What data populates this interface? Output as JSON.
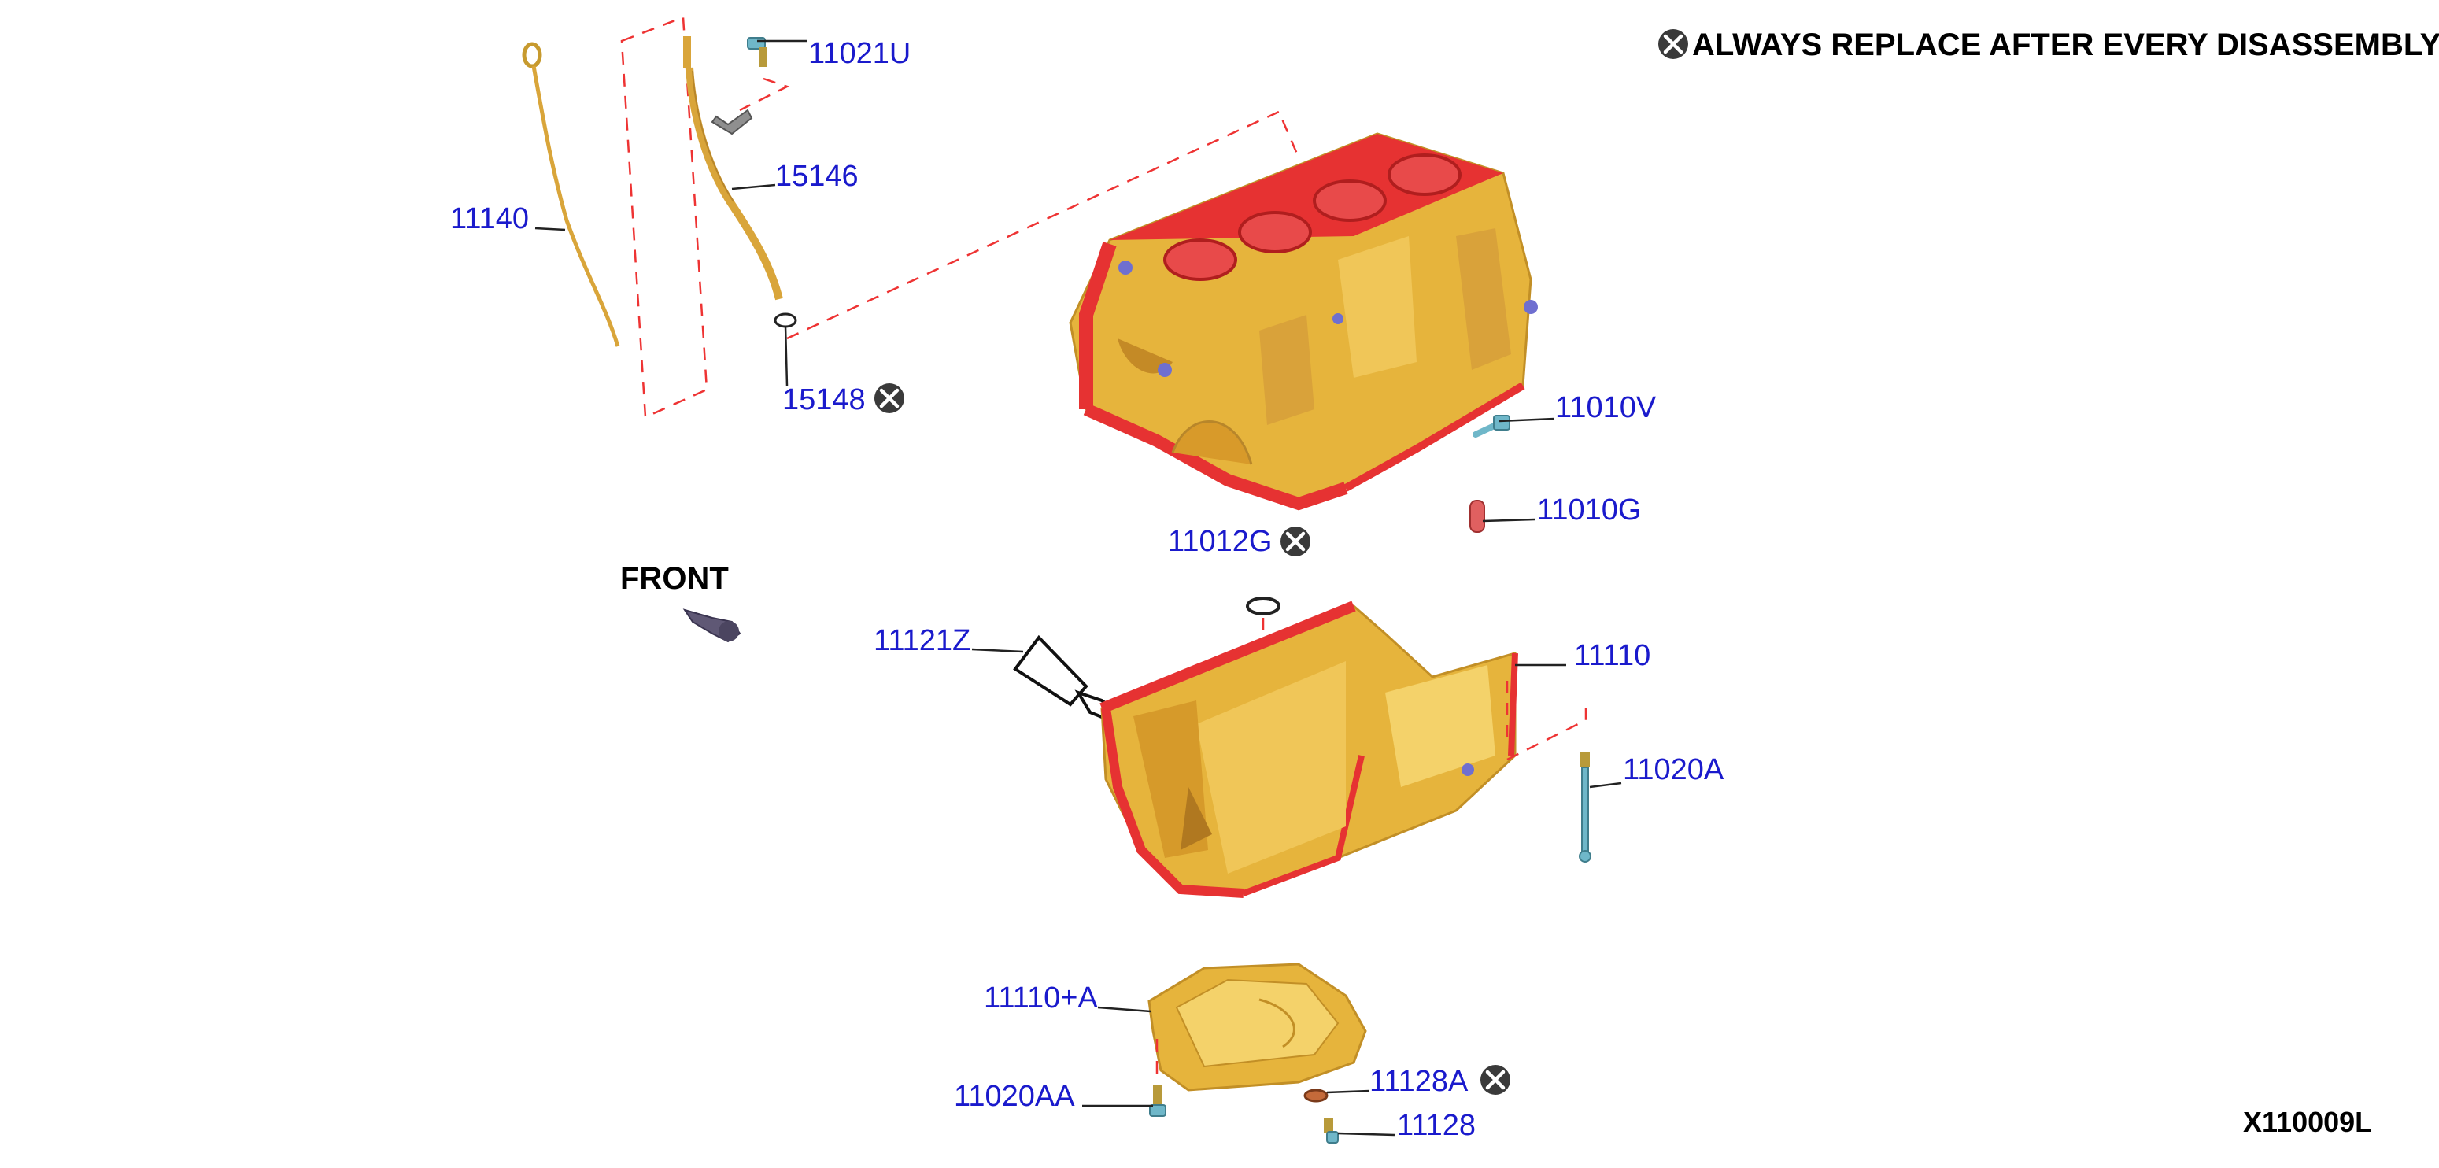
{
  "note_text": "ALWAYS REPLACE AFTER EVERY DISASSEMBLY",
  "front_label": "FRONT",
  "diagram_code": "X110009L",
  "colors": {
    "label": "#1a1acc",
    "casting": "#e6b43c",
    "machined_face": "#e63232",
    "fastener": "#6fb7c9",
    "dashed_line": "#e33333"
  },
  "parts": [
    {
      "id": "p11021U",
      "label": "11021U",
      "replace_mark": false
    },
    {
      "id": "p15146",
      "label": "15146",
      "replace_mark": false
    },
    {
      "id": "p11140",
      "label": "11140",
      "replace_mark": false
    },
    {
      "id": "p15148",
      "label": "15148",
      "replace_mark": true
    },
    {
      "id": "p11010V",
      "label": "11010V",
      "replace_mark": false
    },
    {
      "id": "p11010G",
      "label": "11010G",
      "replace_mark": false
    },
    {
      "id": "p11012G",
      "label": "11012G",
      "replace_mark": true
    },
    {
      "id": "p11121Z",
      "label": "11121Z",
      "replace_mark": false
    },
    {
      "id": "p11110",
      "label": "11110",
      "replace_mark": false
    },
    {
      "id": "p11020A",
      "label": "11020A",
      "replace_mark": false
    },
    {
      "id": "p11110A",
      "label": "11110+A",
      "replace_mark": false
    },
    {
      "id": "p11020AA",
      "label": "11020AA",
      "replace_mark": false
    },
    {
      "id": "p11128A",
      "label": "11128A",
      "replace_mark": true
    },
    {
      "id": "p11128",
      "label": "11128",
      "replace_mark": false
    }
  ]
}
